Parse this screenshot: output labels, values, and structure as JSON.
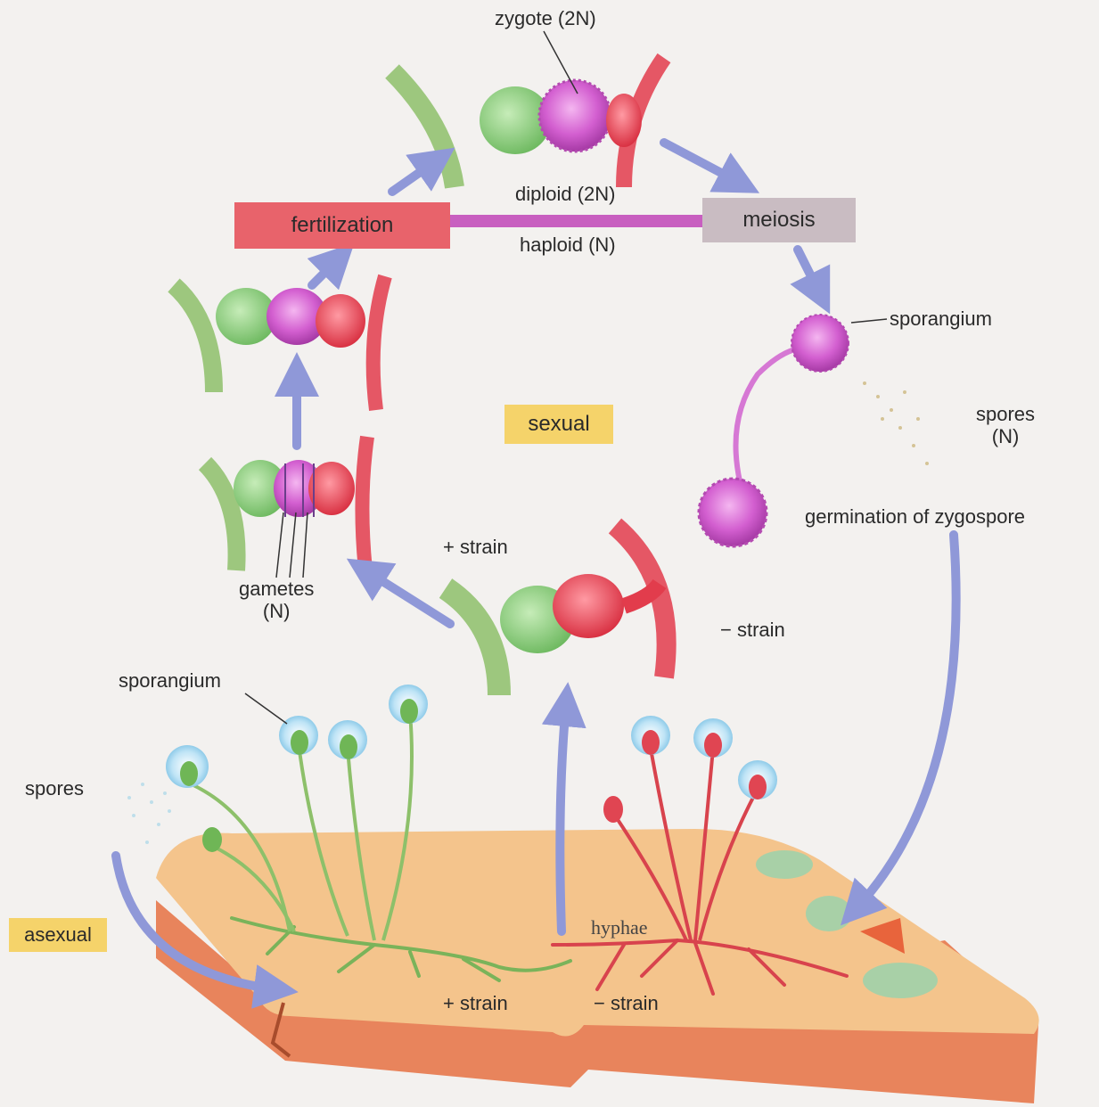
{
  "labels": {
    "zygote": "zygote (2N)",
    "diploid": "diploid (2N)",
    "haploid": "haploid (N)",
    "fertilization": "fertilization",
    "meiosis": "meiosis",
    "sporangium_top": "sporangium",
    "spores_n_line1": "spores",
    "spores_n_line2": "(N)",
    "sexual": "sexual",
    "germination": "germination of zygospore",
    "plus_strain_top": "+ strain",
    "minus_strain_top": "− strain",
    "gametes_line1": "gametes",
    "gametes_line2": "(N)",
    "sporangium_bottom": "sporangium",
    "spores_left": "spores",
    "asexual": "asexual",
    "hyphae": "hyphae",
    "plus_strain_bottom": "+ strain",
    "minus_strain_bottom": "− strain"
  },
  "colors": {
    "fertilization_box": "#e8636b",
    "meiosis_box": "#c9bcc2",
    "phase_bar": "#c85fc0",
    "sexual_tag": "#f5d36a",
    "asexual_tag": "#f5d36a",
    "plus_strain": "#7cc46e",
    "minus_strain": "#e23c4c",
    "zygote": "#d35fd0",
    "arrow": "#9aa3dc",
    "bread": "#f4c48c",
    "bread_crust": "#e8845c"
  }
}
